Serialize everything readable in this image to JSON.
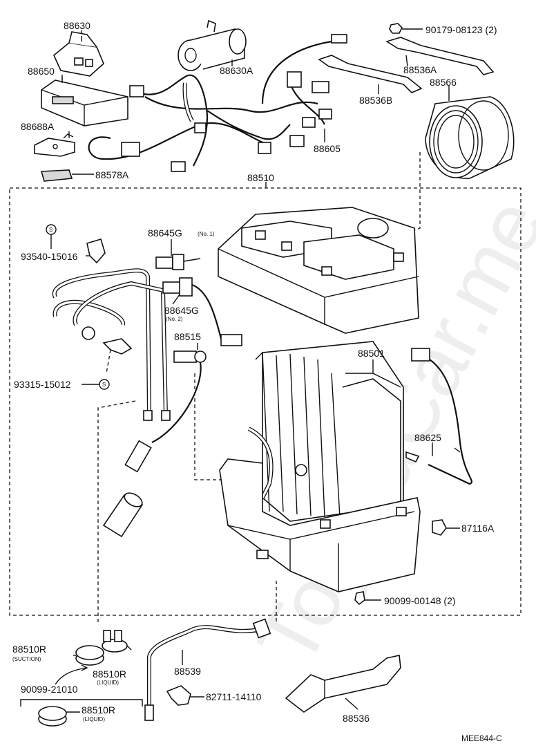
{
  "watermark": "ToyotaCar.me",
  "diagram_code": "MEE844-C",
  "labels": {
    "p88630": "88630",
    "p88630A": "88630A",
    "p88650": "88650",
    "p88688A": "88688A",
    "p88578A": "88578A",
    "p90179": "90179-08123 (2)",
    "p88536A": "88536A",
    "p88536B": "88536B",
    "p88566": "88566",
    "p88605": "88605",
    "p88510": "88510",
    "p88645G1": "88645G",
    "p88645G1_sub": "(No. 1)",
    "p88645G2": "88645G",
    "p88645G2_sub": "(No. 2)",
    "p93540": "93540-15016",
    "p88515": "88515",
    "p88501": "88501",
    "p93315": "93315-15012",
    "p88625": "88625",
    "p87116A": "87116A",
    "p90099_148": "90099-00148 (2)",
    "p88510R_s": "88510R",
    "p88510R_s_sub": "(SUCTION)",
    "p88510R_l1": "88510R",
    "p88510R_l1_sub": "(LIQUID)",
    "p90099_21010": "90099-21010",
    "p88510R_l2": "88510R",
    "p88510R_l2_sub": "(LIQUID)",
    "p88539": "88539",
    "p82711": "82711-14110",
    "p88536": "88536",
    "s_symbol": "S"
  }
}
